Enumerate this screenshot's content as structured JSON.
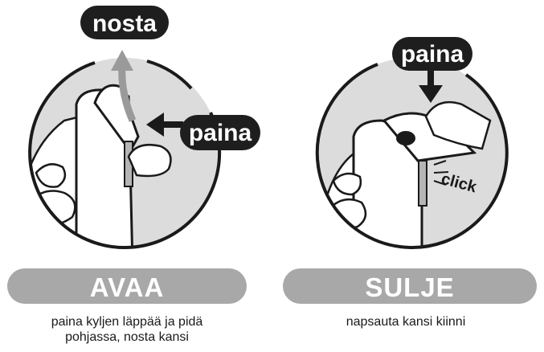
{
  "left_panel": {
    "lift_label": "nosta",
    "press_label": "paina",
    "bar_label": "AVAA",
    "caption_line1": "paina kyljen läppää ja pidä",
    "caption_line2": "pohjassa, nosta kansi"
  },
  "right_panel": {
    "press_label": "paina",
    "click_label": "click",
    "bar_label": "SULJE",
    "caption": "napsauta kansi kiinni"
  },
  "colors": {
    "pill": "#1e1e1e",
    "bar": "#a8a8a8",
    "circle_fill": "#dcdcdc",
    "outline": "#1a1a1a"
  }
}
